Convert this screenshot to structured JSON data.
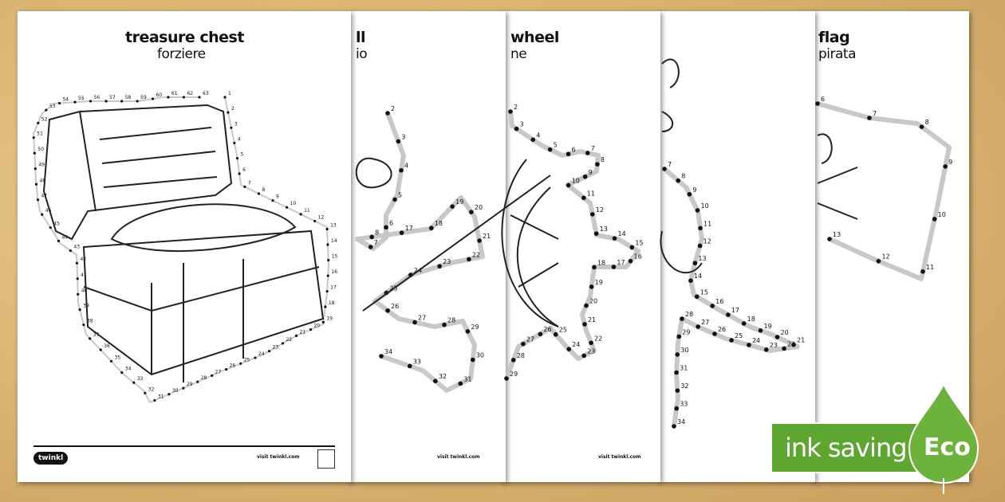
{
  "pages": [
    {
      "title": "treasure chest",
      "subtitle": "forziere",
      "dots": [
        "1",
        "2",
        "3",
        "4",
        "5",
        "6",
        "7",
        "8",
        "9",
        "10",
        "11",
        "12",
        "13",
        "14",
        "15",
        "16",
        "17",
        "18",
        "19",
        "20",
        "21",
        "22",
        "23",
        "24",
        "25",
        "26",
        "27",
        "28",
        "29",
        "30",
        "31",
        "32",
        "33",
        "34",
        "35",
        "36",
        "37",
        "38",
        "39",
        "40",
        "41",
        "42",
        "43",
        "44",
        "45",
        "46",
        "47",
        "48",
        "49",
        "50",
        "51",
        "52",
        "53",
        "54",
        "55",
        "56",
        "57",
        "58",
        "59",
        "60",
        "61",
        "62",
        "63"
      ]
    },
    {
      "title": "ll",
      "subtitle": "io",
      "dots": [
        "2",
        "3",
        "4",
        "5",
        "6",
        "7",
        "8",
        "17",
        "18",
        "19",
        "20",
        "21",
        "22",
        "23",
        "24",
        "25",
        "26",
        "27",
        "28",
        "29",
        "30",
        "31",
        "32",
        "33",
        "34"
      ]
    },
    {
      "title": "wheel",
      "subtitle": "ne",
      "dots": [
        "2",
        "3",
        "4",
        "5",
        "6",
        "7",
        "8",
        "9",
        "10",
        "11",
        "12",
        "13",
        "14",
        "15",
        "16",
        "17",
        "18",
        "19",
        "20",
        "21",
        "22",
        "23",
        "24",
        "25",
        "26",
        "27",
        "28",
        "29"
      ]
    },
    {
      "title": "",
      "subtitle": "",
      "dots": [
        "7",
        "8",
        "9",
        "10",
        "11",
        "12",
        "13",
        "14",
        "15",
        "16",
        "17",
        "18",
        "19",
        "20",
        "21",
        "22",
        "23",
        "24",
        "25",
        "26",
        "27",
        "28",
        "29",
        "30",
        "31",
        "32",
        "33",
        "34"
      ]
    },
    {
      "title": "flag",
      "subtitle": "pirata",
      "dots": [
        "6",
        "7",
        "8",
        "9",
        "10",
        "11",
        "12",
        "13"
      ]
    }
  ],
  "footer": {
    "logo": "twinkl",
    "visit": "visit twinkl.com"
  },
  "eco_badge": {
    "label": "ink saving",
    "drop_label": "Eco",
    "color": "#5da630"
  }
}
